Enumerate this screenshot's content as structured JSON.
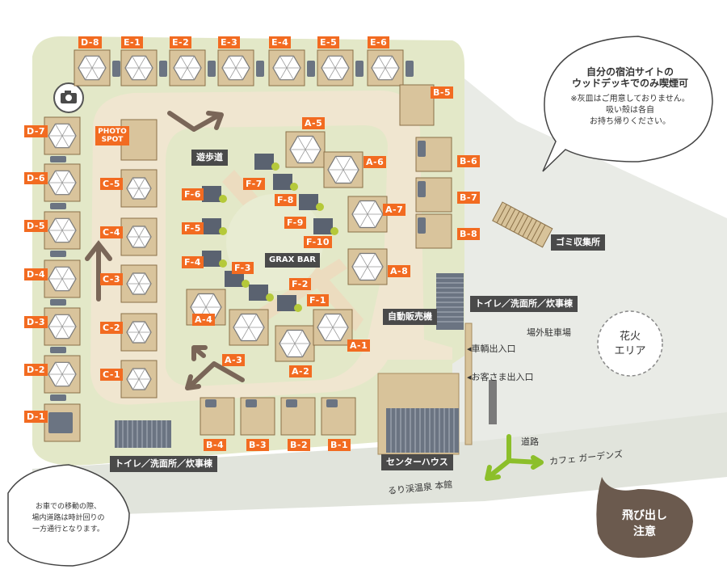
{
  "sites": {
    "D8": "D-8",
    "E1": "E-1",
    "E2": "E-2",
    "E3": "E-3",
    "E4": "E-4",
    "E5": "E-5",
    "E6": "E-6",
    "D7": "D-7",
    "D6": "D-6",
    "D5": "D-5",
    "D4": "D-4",
    "D3": "D-3",
    "D2": "D-2",
    "D1": "D-1",
    "C5": "C-5",
    "C4": "C-4",
    "C3": "C-3",
    "C2": "C-2",
    "C1": "C-1",
    "B1": "B-1",
    "B2": "B-2",
    "B3": "B-3",
    "B4": "B-4",
    "B5": "B-5",
    "B6": "B-6",
    "B7": "B-7",
    "B8": "B-8",
    "A1": "A-1",
    "A2": "A-2",
    "A3": "A-3",
    "A4": "A-4",
    "A5": "A-5",
    "A6": "A-6",
    "A7": "A-7",
    "A8": "A-8",
    "F1": "F-1",
    "F2": "F-2",
    "F3": "F-3",
    "F4": "F-4",
    "F5": "F-5",
    "F6": "F-6",
    "F7": "F-7",
    "F8": "F-8",
    "F9": "F-9",
    "F10": "F-10"
  },
  "facilities": {
    "photo_spot": "PHOTO SPOT",
    "promenade": "遊歩道",
    "grax_bar": "GRAX BAR",
    "vending": "自動販売機",
    "toilet_right": "トイレ／洗面所／炊事棟",
    "toilet_bottom": "トイレ／洗面所／炊事棟",
    "center_house": "センターハウス",
    "garbage": "ゴミ収集所",
    "parking": "場外駐車場",
    "car_entrance": "◂車輌出入口",
    "guest_entrance": "◂お客さま出入口",
    "road": "道路",
    "cafe": "カフェ ガーデンズ",
    "honkan": "るり渓温泉 本館"
  },
  "notes": {
    "smoking_title_1": "自分の宿泊サイトの",
    "smoking_title_2": "ウッドデッキでのみ喫煙可",
    "smoking_sub_1": "※灰皿はご用意しておりません。",
    "smoking_sub_2": "吸い殻は各自",
    "smoking_sub_3": "お持ち帰りください。",
    "car_1": "お車での移動の際、",
    "car_2": "場内道路は時計回りの",
    "car_3": "一方通行となります。",
    "fireworks_1": "花火",
    "fireworks_2": "エリア",
    "caution_1": "飛び出し",
    "caution_2": "注意"
  },
  "colors": {
    "orange": "#f26b21",
    "grass": "#e3e8c8",
    "path": "#f0e6d0",
    "road": "#e9ebe6",
    "dark": "#4a4a4a",
    "brown": "#7a6658"
  }
}
